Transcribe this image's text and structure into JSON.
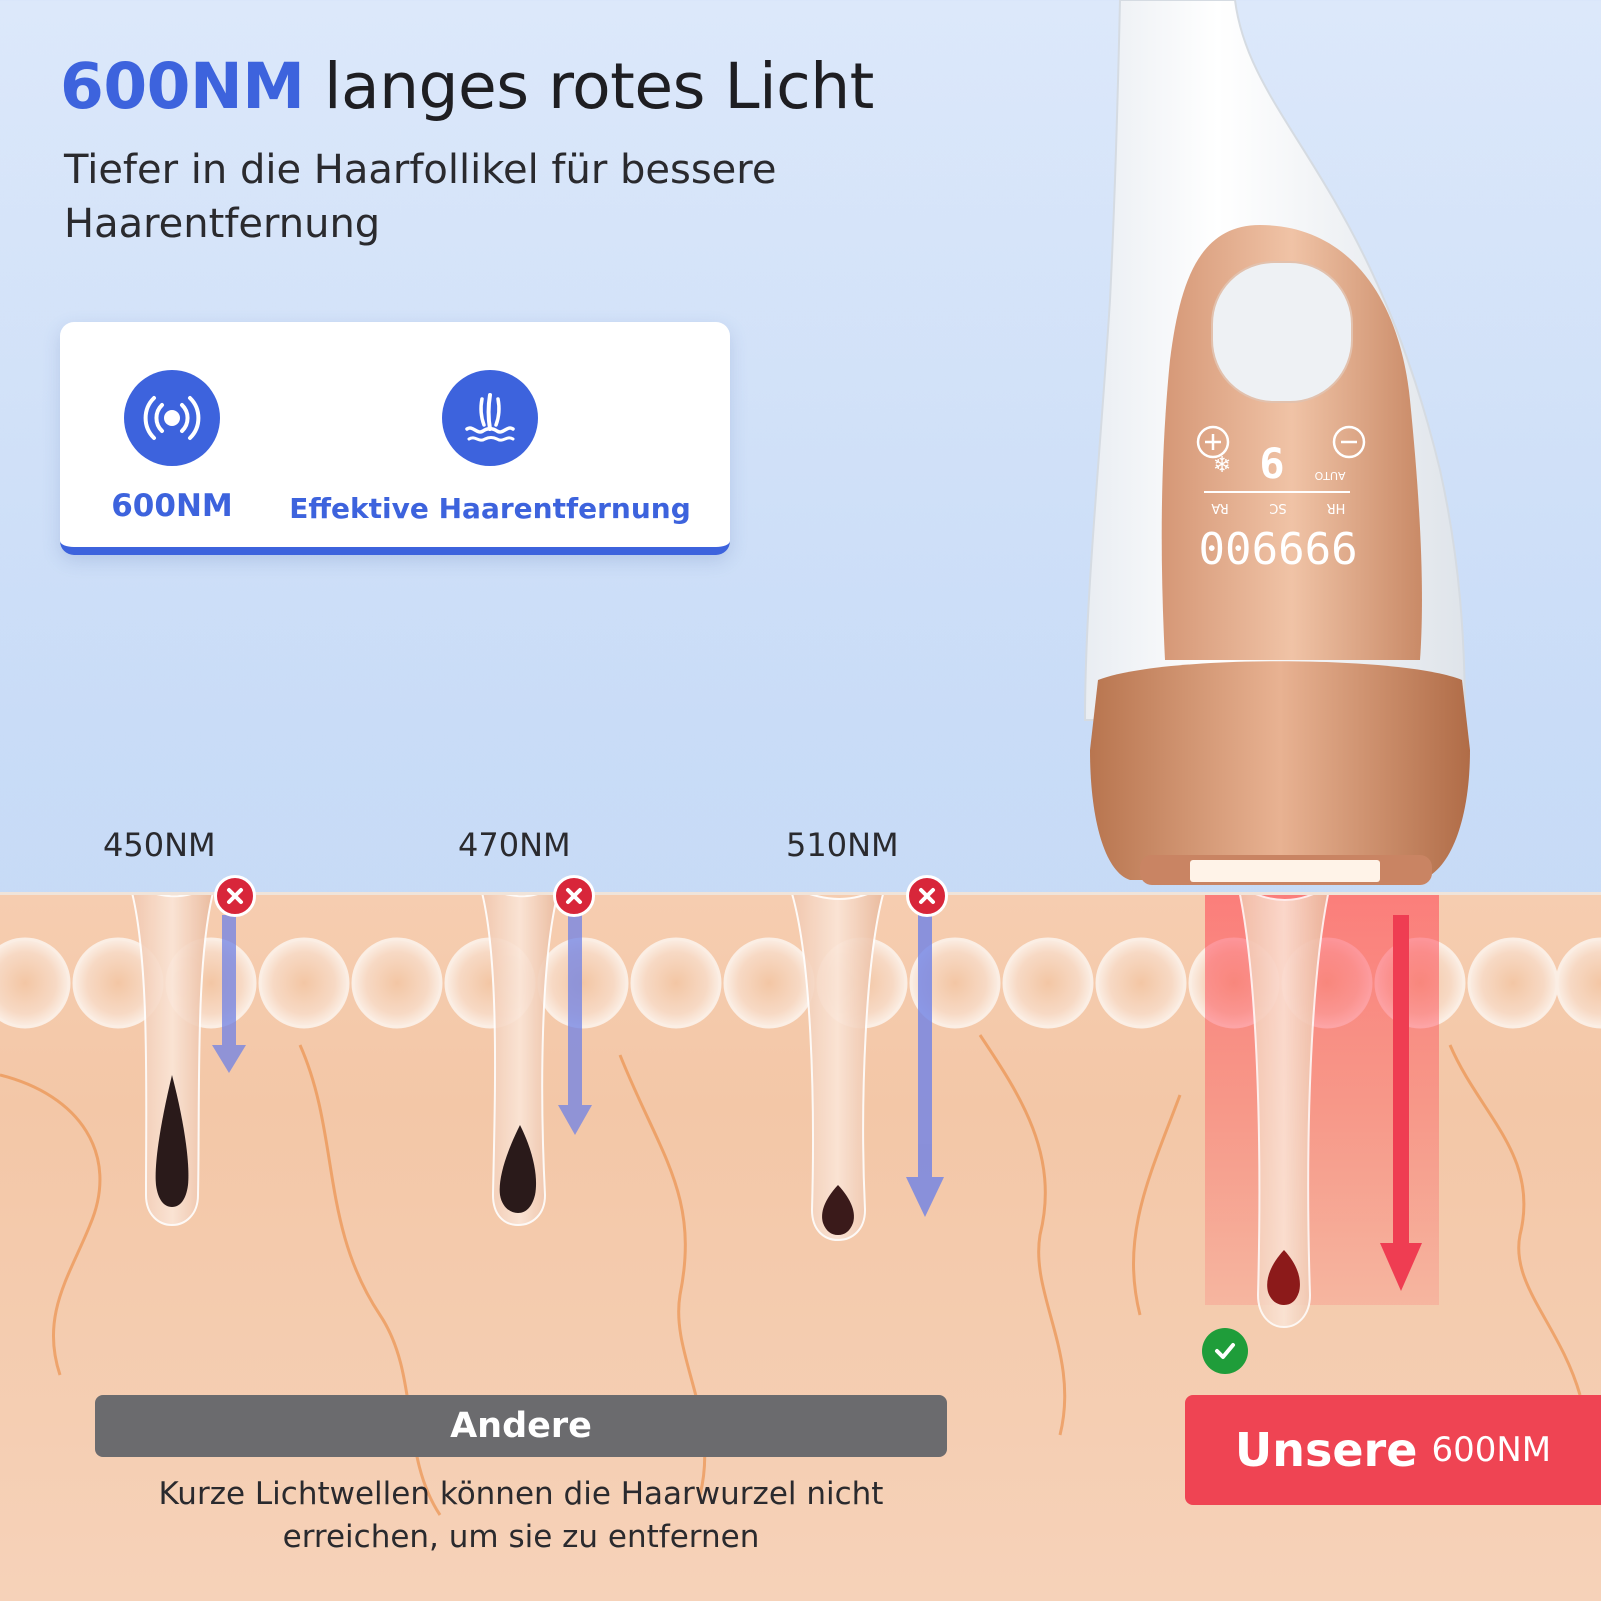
{
  "header": {
    "headline_accent": "600NM",
    "headline_rest": "langes rotes Licht",
    "subline": "Tiefer in die Haarfollikel für bessere Haarentfernung"
  },
  "features": [
    {
      "label": "600NM",
      "icon": "signal-waves-icon"
    },
    {
      "label": "Effektive Haarentfernung",
      "icon": "hair-follicle-icon"
    }
  ],
  "device": {
    "display_digits": "999900",
    "display_labels": [
      "HR",
      "SC",
      "RA"
    ],
    "auto_label": "AUTO",
    "level": "9"
  },
  "wavelengths": [
    {
      "label": "450NM",
      "status": "x-mark-icon"
    },
    {
      "label": "470NM",
      "status": "x-mark-icon"
    },
    {
      "label": "510NM",
      "status": "x-mark-icon"
    }
  ],
  "others": {
    "title": "Andere",
    "text": "Kurze Lichtwellen können die Haarwurzel nicht erreichen, um sie zu entfernen"
  },
  "ours": {
    "title": "Unsere",
    "wavelength": "600NM",
    "status": "check-mark-icon"
  },
  "colors": {
    "accent_blue": "#3d63dd",
    "bad_red": "#d8263a",
    "ours_red": "#ef4453",
    "good_green": "#1f9d3a",
    "rose_gold": "#e0a683"
  }
}
